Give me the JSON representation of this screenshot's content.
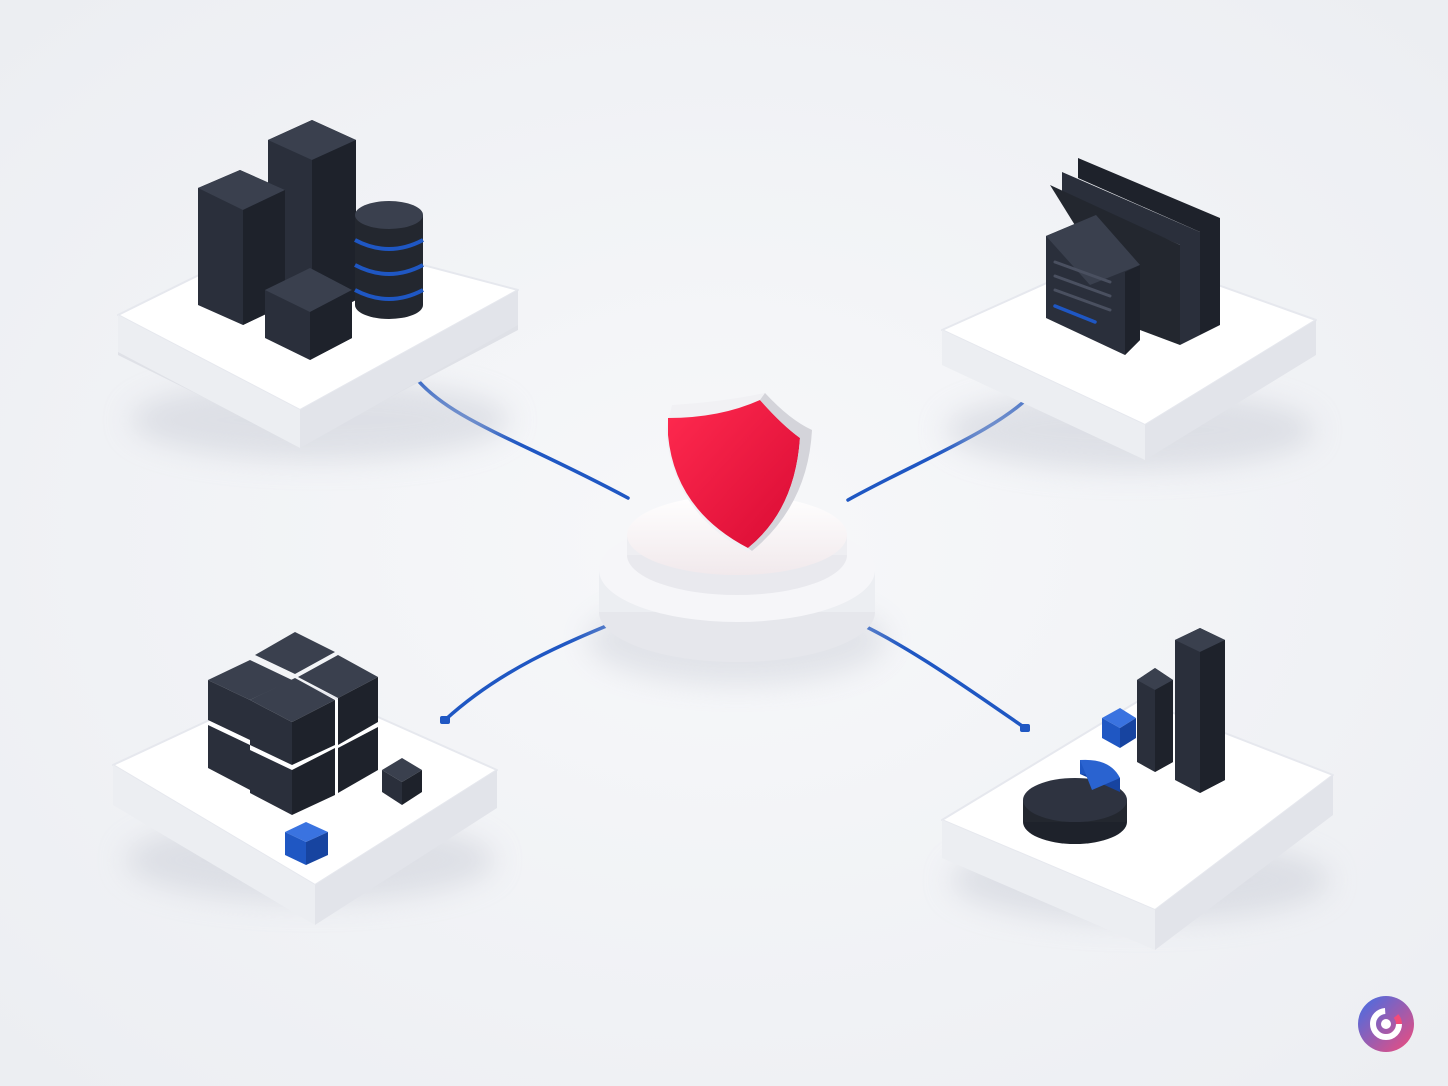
{
  "scene": {
    "background": "#f3f4f7",
    "hub": {
      "icon": "shield-icon",
      "shield_color": "#e8103a",
      "base_color": "#ffffff"
    },
    "connector_color": "#1f57c3",
    "dark_block_color": "#2a2f3b",
    "accent_color": "#1f57c3",
    "nodes": [
      {
        "position": "top-left",
        "icon": "server-database-icon",
        "contents": "server-racks-and-database"
      },
      {
        "position": "top-right",
        "icon": "document-folder-icon",
        "contents": "stacked-documents"
      },
      {
        "position": "bottom-left",
        "icon": "cube-grid-icon",
        "contents": "cube-cluster"
      },
      {
        "position": "bottom-right",
        "icon": "analytics-chart-icon",
        "contents": "bar-and-pie-chart"
      }
    ]
  },
  "brand_logo": {
    "icon": "brand-logo-icon",
    "colors": [
      "#3f6fe8",
      "#f24b7a"
    ]
  }
}
